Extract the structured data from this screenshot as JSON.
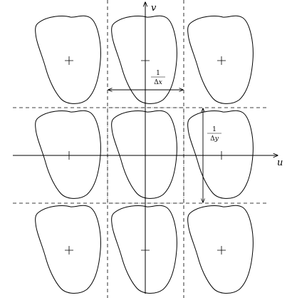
{
  "axes": {
    "u_label": "u",
    "v_label": "v"
  },
  "measures": {
    "x_spacing": {
      "numerator": "1",
      "denominator_prefix": "Δ",
      "denominator_var": "x"
    },
    "y_spacing": {
      "numerator": "1",
      "denominator_prefix": "Δ",
      "denominator_var": "y"
    }
  },
  "grid": {
    "rows": 3,
    "columns": 3
  },
  "colors": {
    "stroke": "#000000",
    "background": "#ffffff"
  }
}
